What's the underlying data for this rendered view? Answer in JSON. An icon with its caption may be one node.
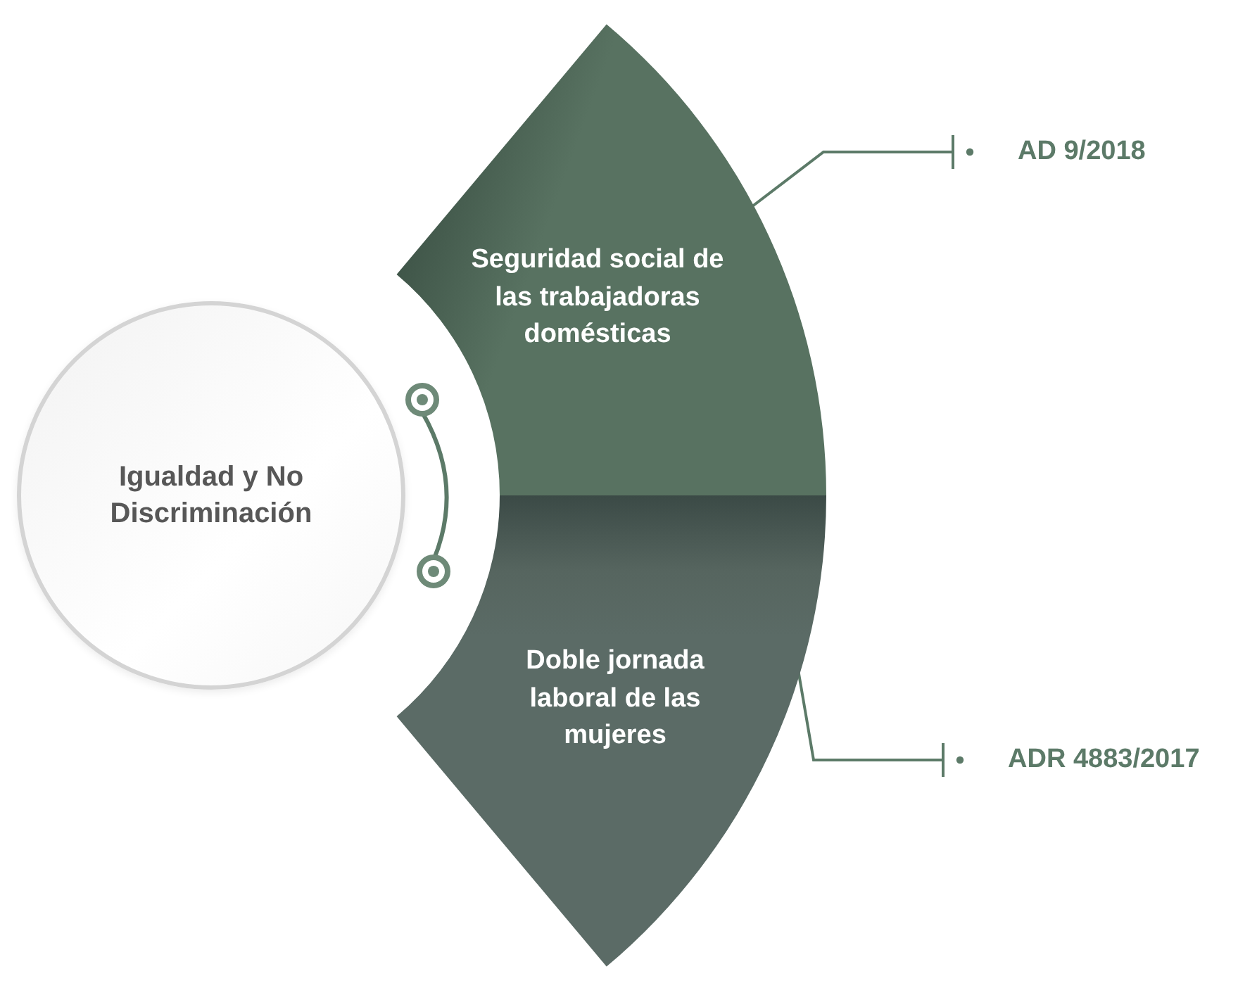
{
  "diagram": {
    "nodes": [
      {
        "text": [
          "Igualdad y No Discriminación"
        ]
      },
      {
        "text": [
          "Seguridad social de las trabajadoras domésticas"
        ]
      },
      {
        "text": [
          "Doble jornada laboral de las mujeres"
        ]
      },
      {
        "text": [
          "AD 9/2018"
        ]
      },
      {
        "text": [
          "ADR 4883/2017"
        ]
      }
    ],
    "edges": [
      {
        "from": 1,
        "to": 3,
        "arrow": "other"
      },
      {
        "from": 2,
        "to": 4,
        "arrow": "other"
      }
    ]
  }
}
